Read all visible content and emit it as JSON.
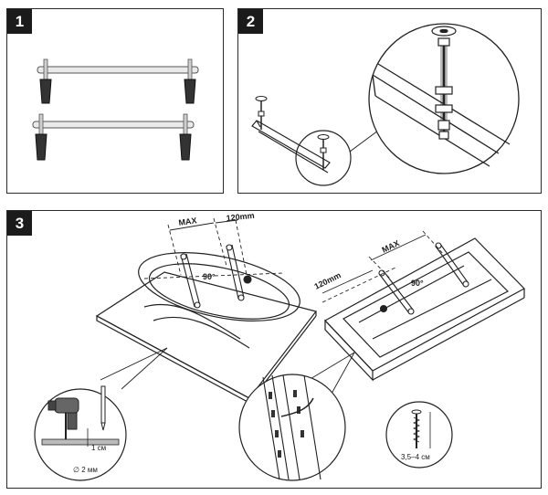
{
  "steps": {
    "step1": {
      "number": "1"
    },
    "step2": {
      "number": "2"
    },
    "step3": {
      "number": "3"
    }
  },
  "labels": {
    "max_left": "MAX",
    "dist_left": "120mm",
    "angle_left": "90°",
    "max_right": "MAX",
    "dist_right": "120mm",
    "angle_right": "90°",
    "drill_depth": "1 см",
    "drill_diameter": "∅ 2 мм",
    "screw_length": "3,5–4 см"
  }
}
